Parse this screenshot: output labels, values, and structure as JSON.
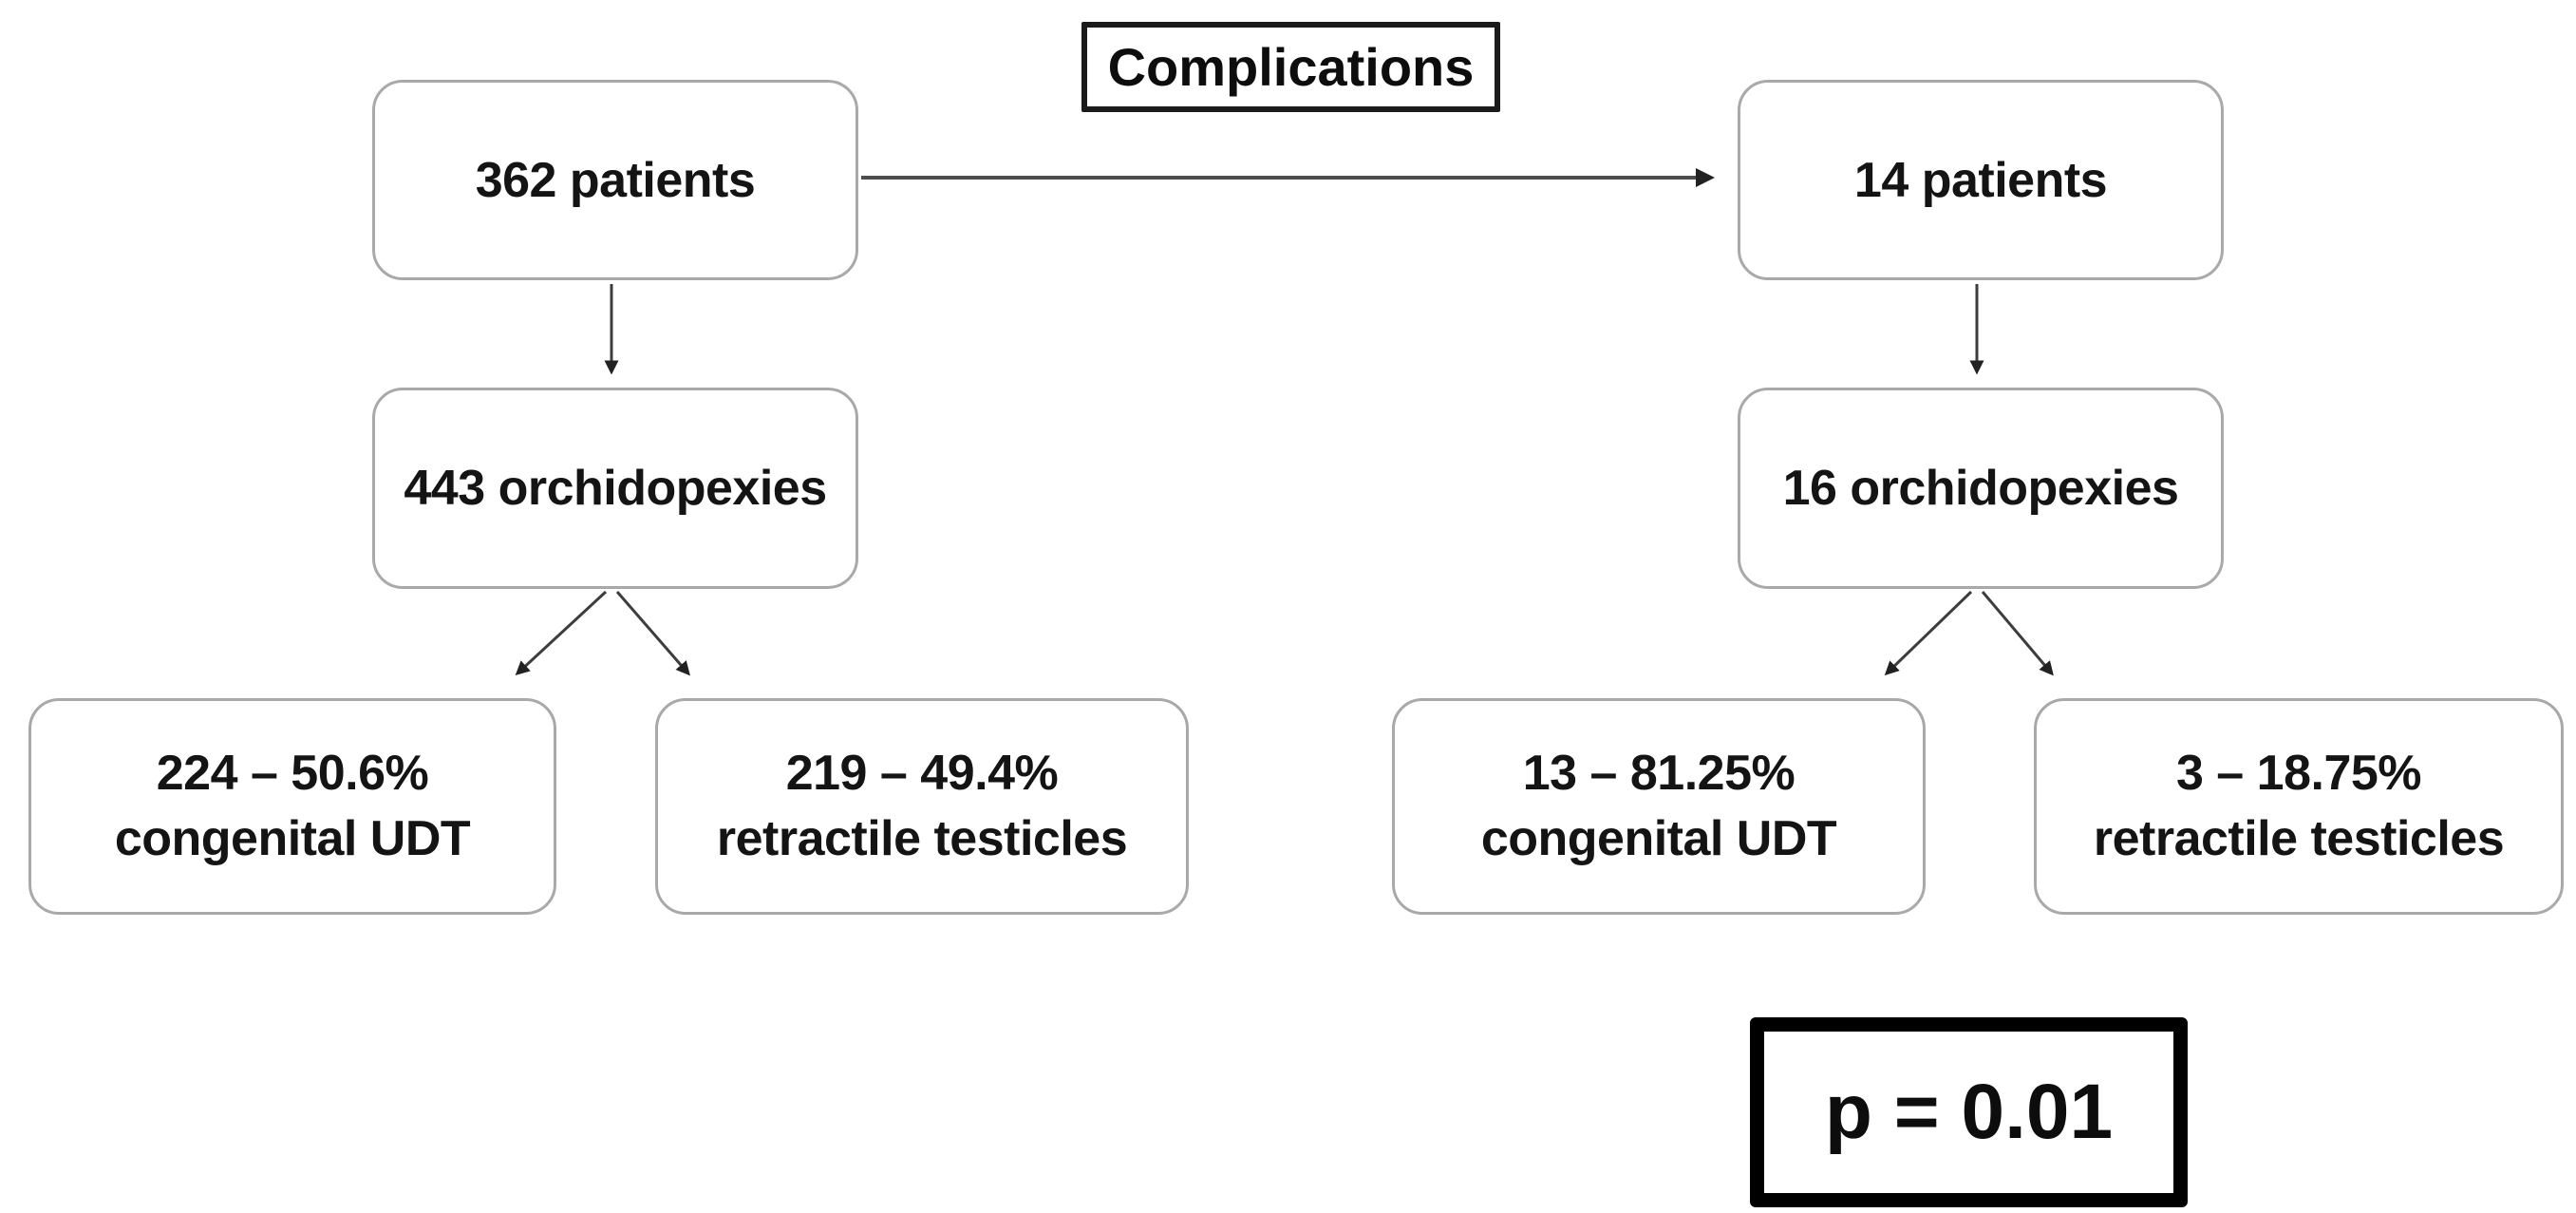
{
  "figure": {
    "title": "Complications",
    "p_value": "p = 0.01",
    "left_branch": {
      "patients": "362 patients",
      "orchidopexies": "443 orchidopexies",
      "congenital": {
        "line1": "224 – 50.6%",
        "line2": "congenital UDT"
      },
      "retractile": {
        "line1": "219 – 49.4%",
        "line2": "retractile testicles"
      }
    },
    "right_branch": {
      "patients": "14 patients",
      "orchidopexies": "16 orchidopexies",
      "congenital": {
        "line1": "13 – 81.25%",
        "line2": "congenital UDT"
      },
      "retractile": {
        "line1": "3 – 18.75%",
        "line2": "retractile testicles"
      }
    }
  }
}
